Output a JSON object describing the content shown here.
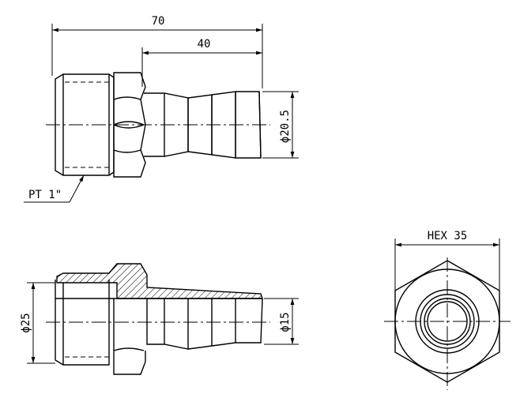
{
  "drawing": {
    "type": "hose-nipple technical drawing",
    "dimensions": {
      "overall_length": "70",
      "barb_length": "40",
      "barb_diameter": "ϕ20.5",
      "thread": "PT 1\"",
      "thread_diameter": "ϕ25",
      "bore_diameter": "ϕ15",
      "hex_size": "HEX 35"
    }
  }
}
